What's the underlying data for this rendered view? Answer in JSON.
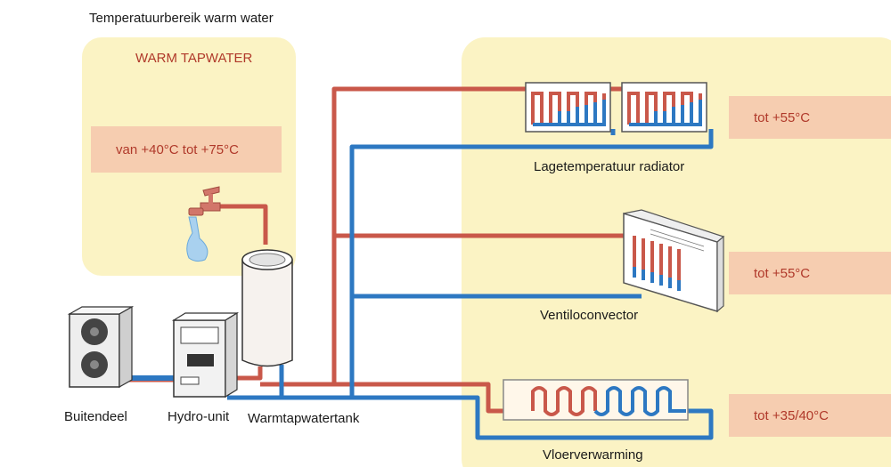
{
  "header": {
    "title": "Temperatuurbereik warm water"
  },
  "tapwater": {
    "heading": "WARM TAPWATER",
    "range": "van +40°C tot +75°C"
  },
  "emitters": [
    {
      "label": "Lagetemperatuur radiator",
      "range": "tot +55°C"
    },
    {
      "label": "Ventiloconvector",
      "range": "tot +55°C"
    },
    {
      "label": "Vloerverwarming",
      "range": "tot +35/40°C"
    }
  ],
  "units": {
    "outdoor": "Buitendeel",
    "hydro": "Hydro-unit",
    "tank": "Warmtapwatertank"
  },
  "colors": {
    "panel": "#fbf3c4",
    "hot_pipe": "#c9584a",
    "cold_pipe": "#2d78c2",
    "range_box": "#f6cdb0",
    "range_text": "#b0392a"
  }
}
